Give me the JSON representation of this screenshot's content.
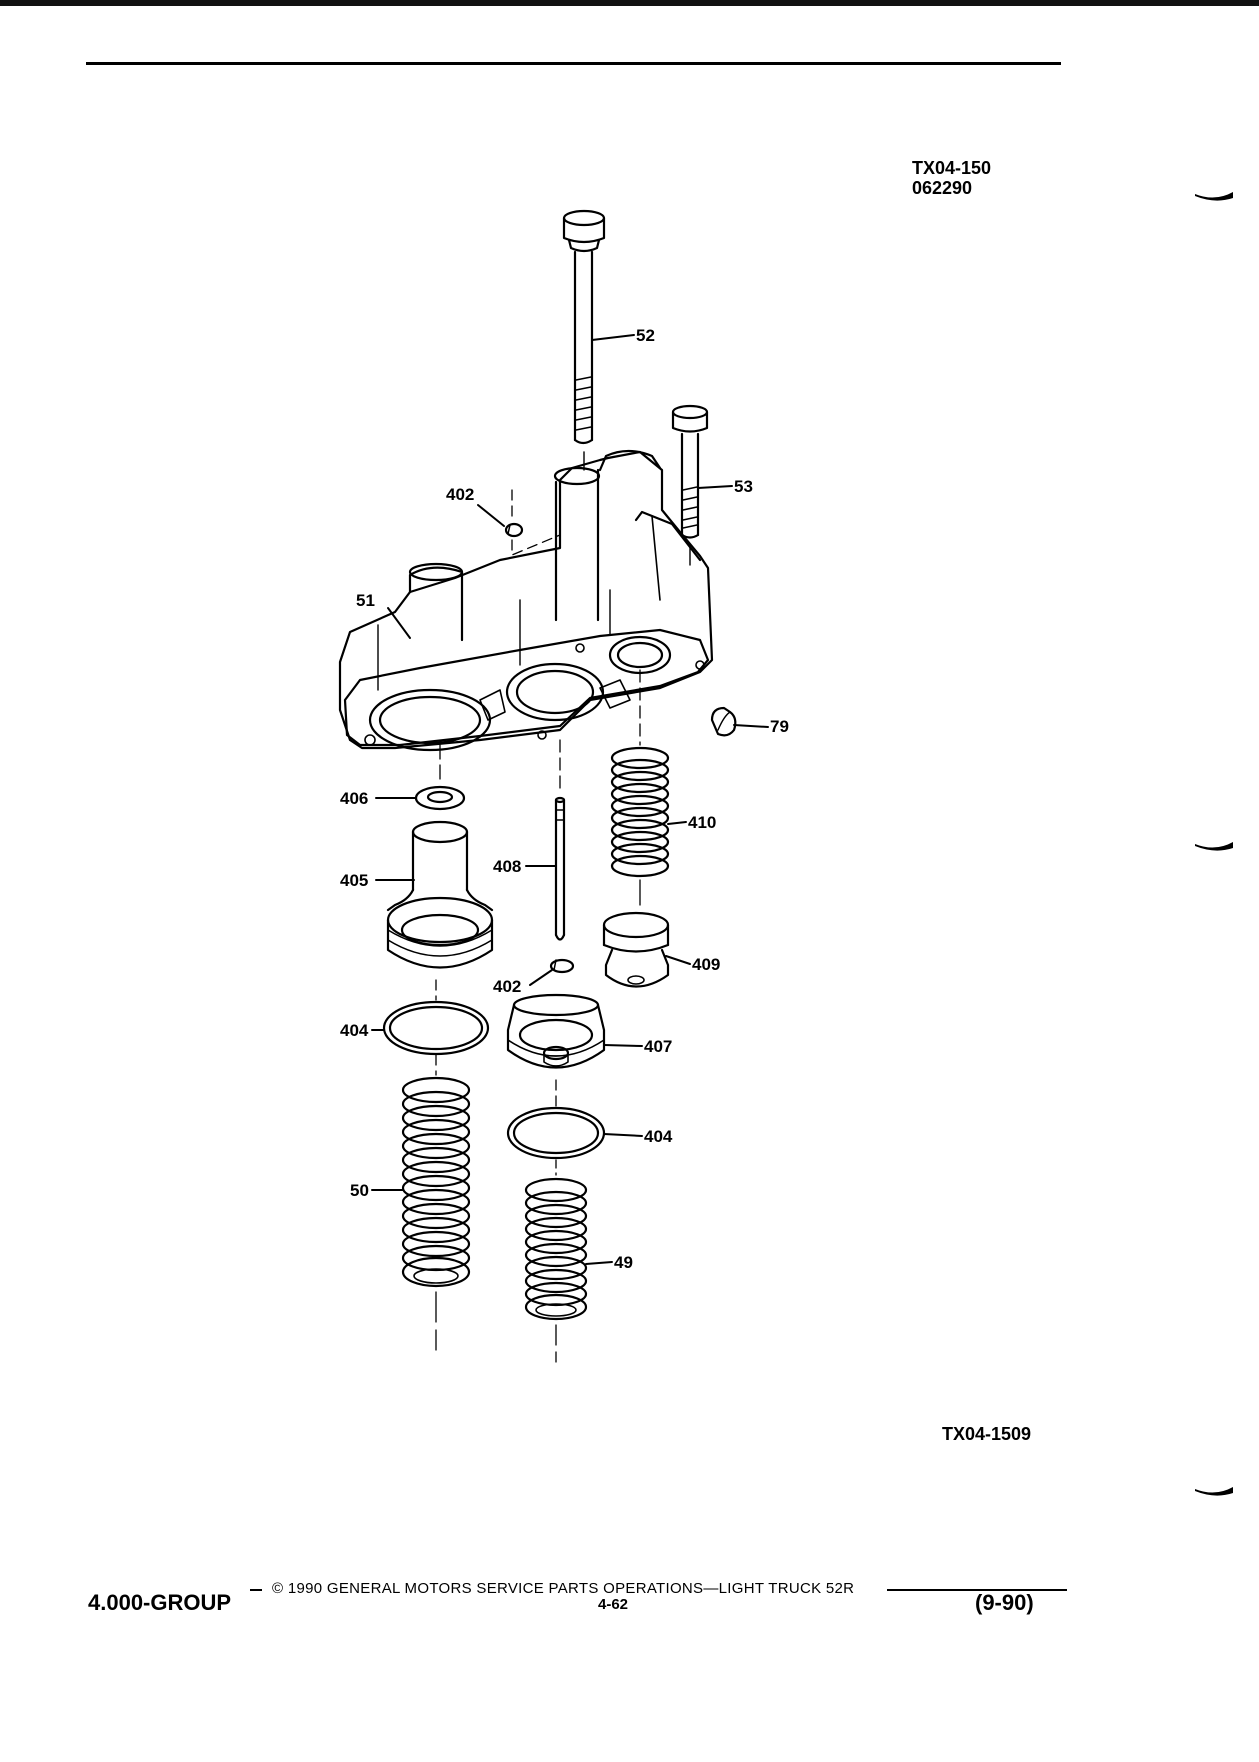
{
  "header": {
    "figure_code": "TX04-150",
    "date_code": "062290"
  },
  "callouts": {
    "c52": "52",
    "c53": "53",
    "c402a": "402",
    "c51": "51",
    "c79": "79",
    "c406": "406",
    "c410": "410",
    "c405": "405",
    "c408": "408",
    "c409": "409",
    "c402b": "402",
    "c404a": "404",
    "c407": "407",
    "c404b": "404",
    "c50": "50",
    "c49": "49"
  },
  "figure_ref": "TX04-1509",
  "footer": {
    "copyright": "© 1990 GENERAL MOTORS SERVICE PARTS OPERATIONS—LIGHT TRUCK 52R",
    "group": "4.000-GROUP",
    "page": "4-62",
    "revision": "(9-90)"
  }
}
